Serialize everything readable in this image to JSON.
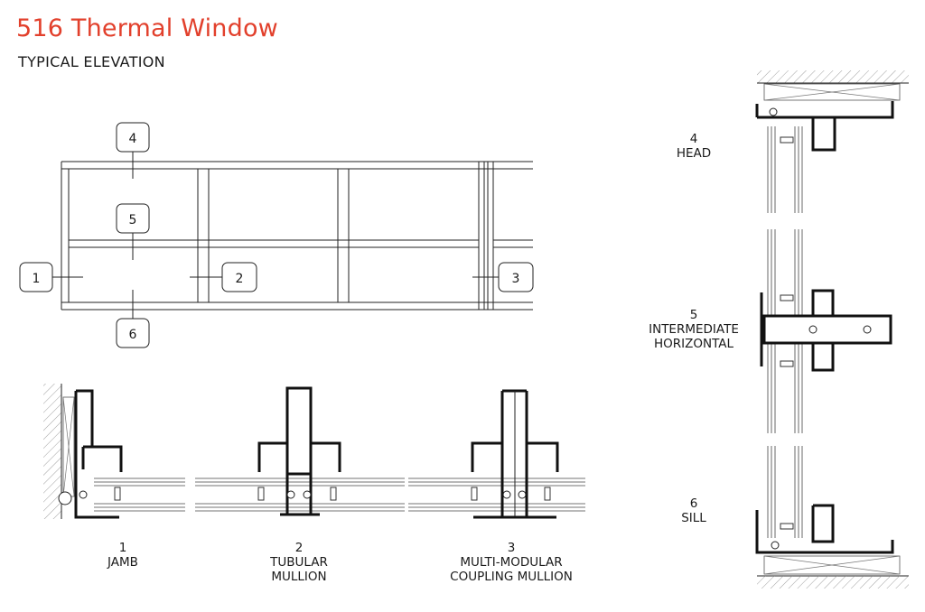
{
  "title": "516 Thermal Window",
  "subtitle": "TYPICAL ELEVATION",
  "title_color": "#e2402c",
  "callouts": [
    "1",
    "2",
    "3",
    "4",
    "5",
    "6"
  ],
  "sections": {
    "jamb": {
      "number": "1",
      "lines": [
        "JAMB"
      ]
    },
    "tubular": {
      "number": "2",
      "lines": [
        "TUBULAR",
        "MULLION"
      ]
    },
    "coupling": {
      "number": "3",
      "lines": [
        "MULTI-MODULAR",
        "COUPLING MULLION"
      ]
    },
    "head": {
      "number": "4",
      "lines": [
        "HEAD"
      ]
    },
    "intermediate": {
      "number": "5",
      "lines": [
        "INTERMEDIATE",
        "HORIZONTAL"
      ]
    },
    "sill": {
      "number": "6",
      "lines": [
        "SILL"
      ]
    }
  }
}
